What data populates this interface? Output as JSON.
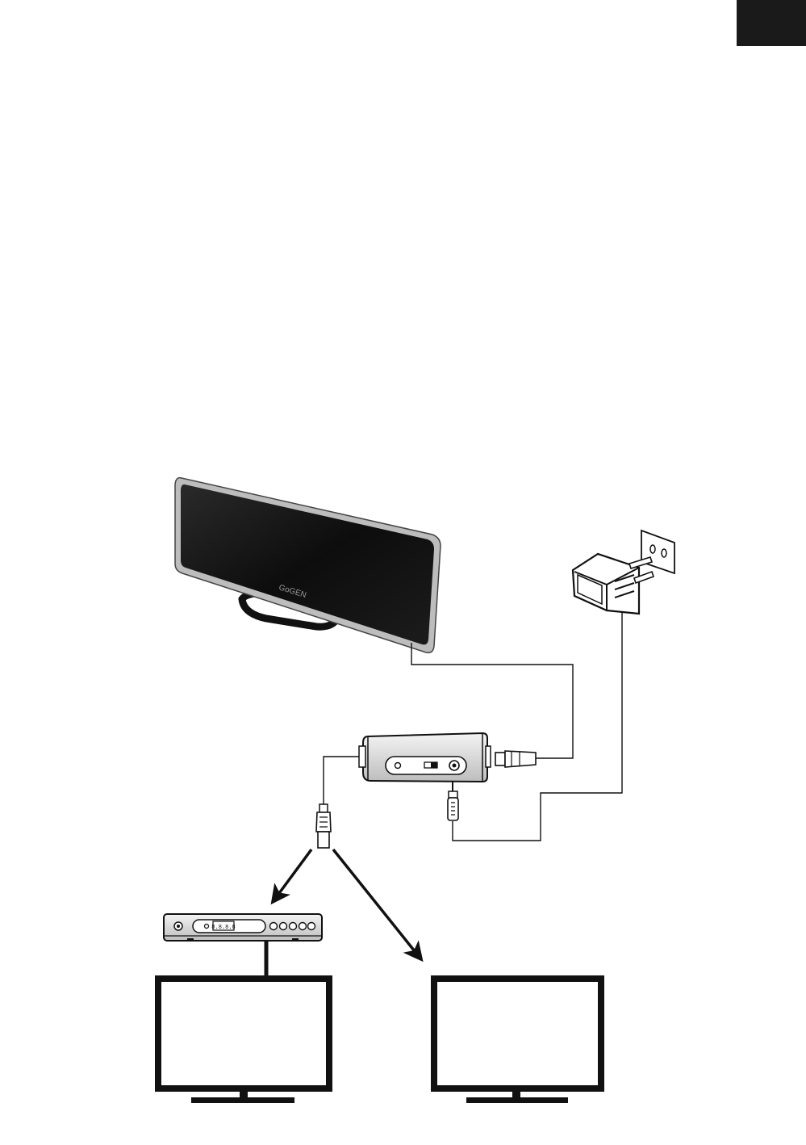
{
  "brand_logo": "GoGEN",
  "panel_readout": "8.8.8.8",
  "colors": {
    "ink": "#111111",
    "antenna_panel": "#141414",
    "antenna_frame": "#c9c9c9",
    "tab": "#1a1a1a",
    "page": "#ffffff"
  },
  "components": {
    "antenna": "indoor-antenna",
    "adapter": "power-adapter",
    "socket": "wall-socket",
    "amplifier": "signal-amplifier",
    "splitter": "coaxial-connector",
    "receiver": "set-top-box",
    "tv_left": "tv-via-receiver",
    "tv_right": "tv-direct"
  }
}
